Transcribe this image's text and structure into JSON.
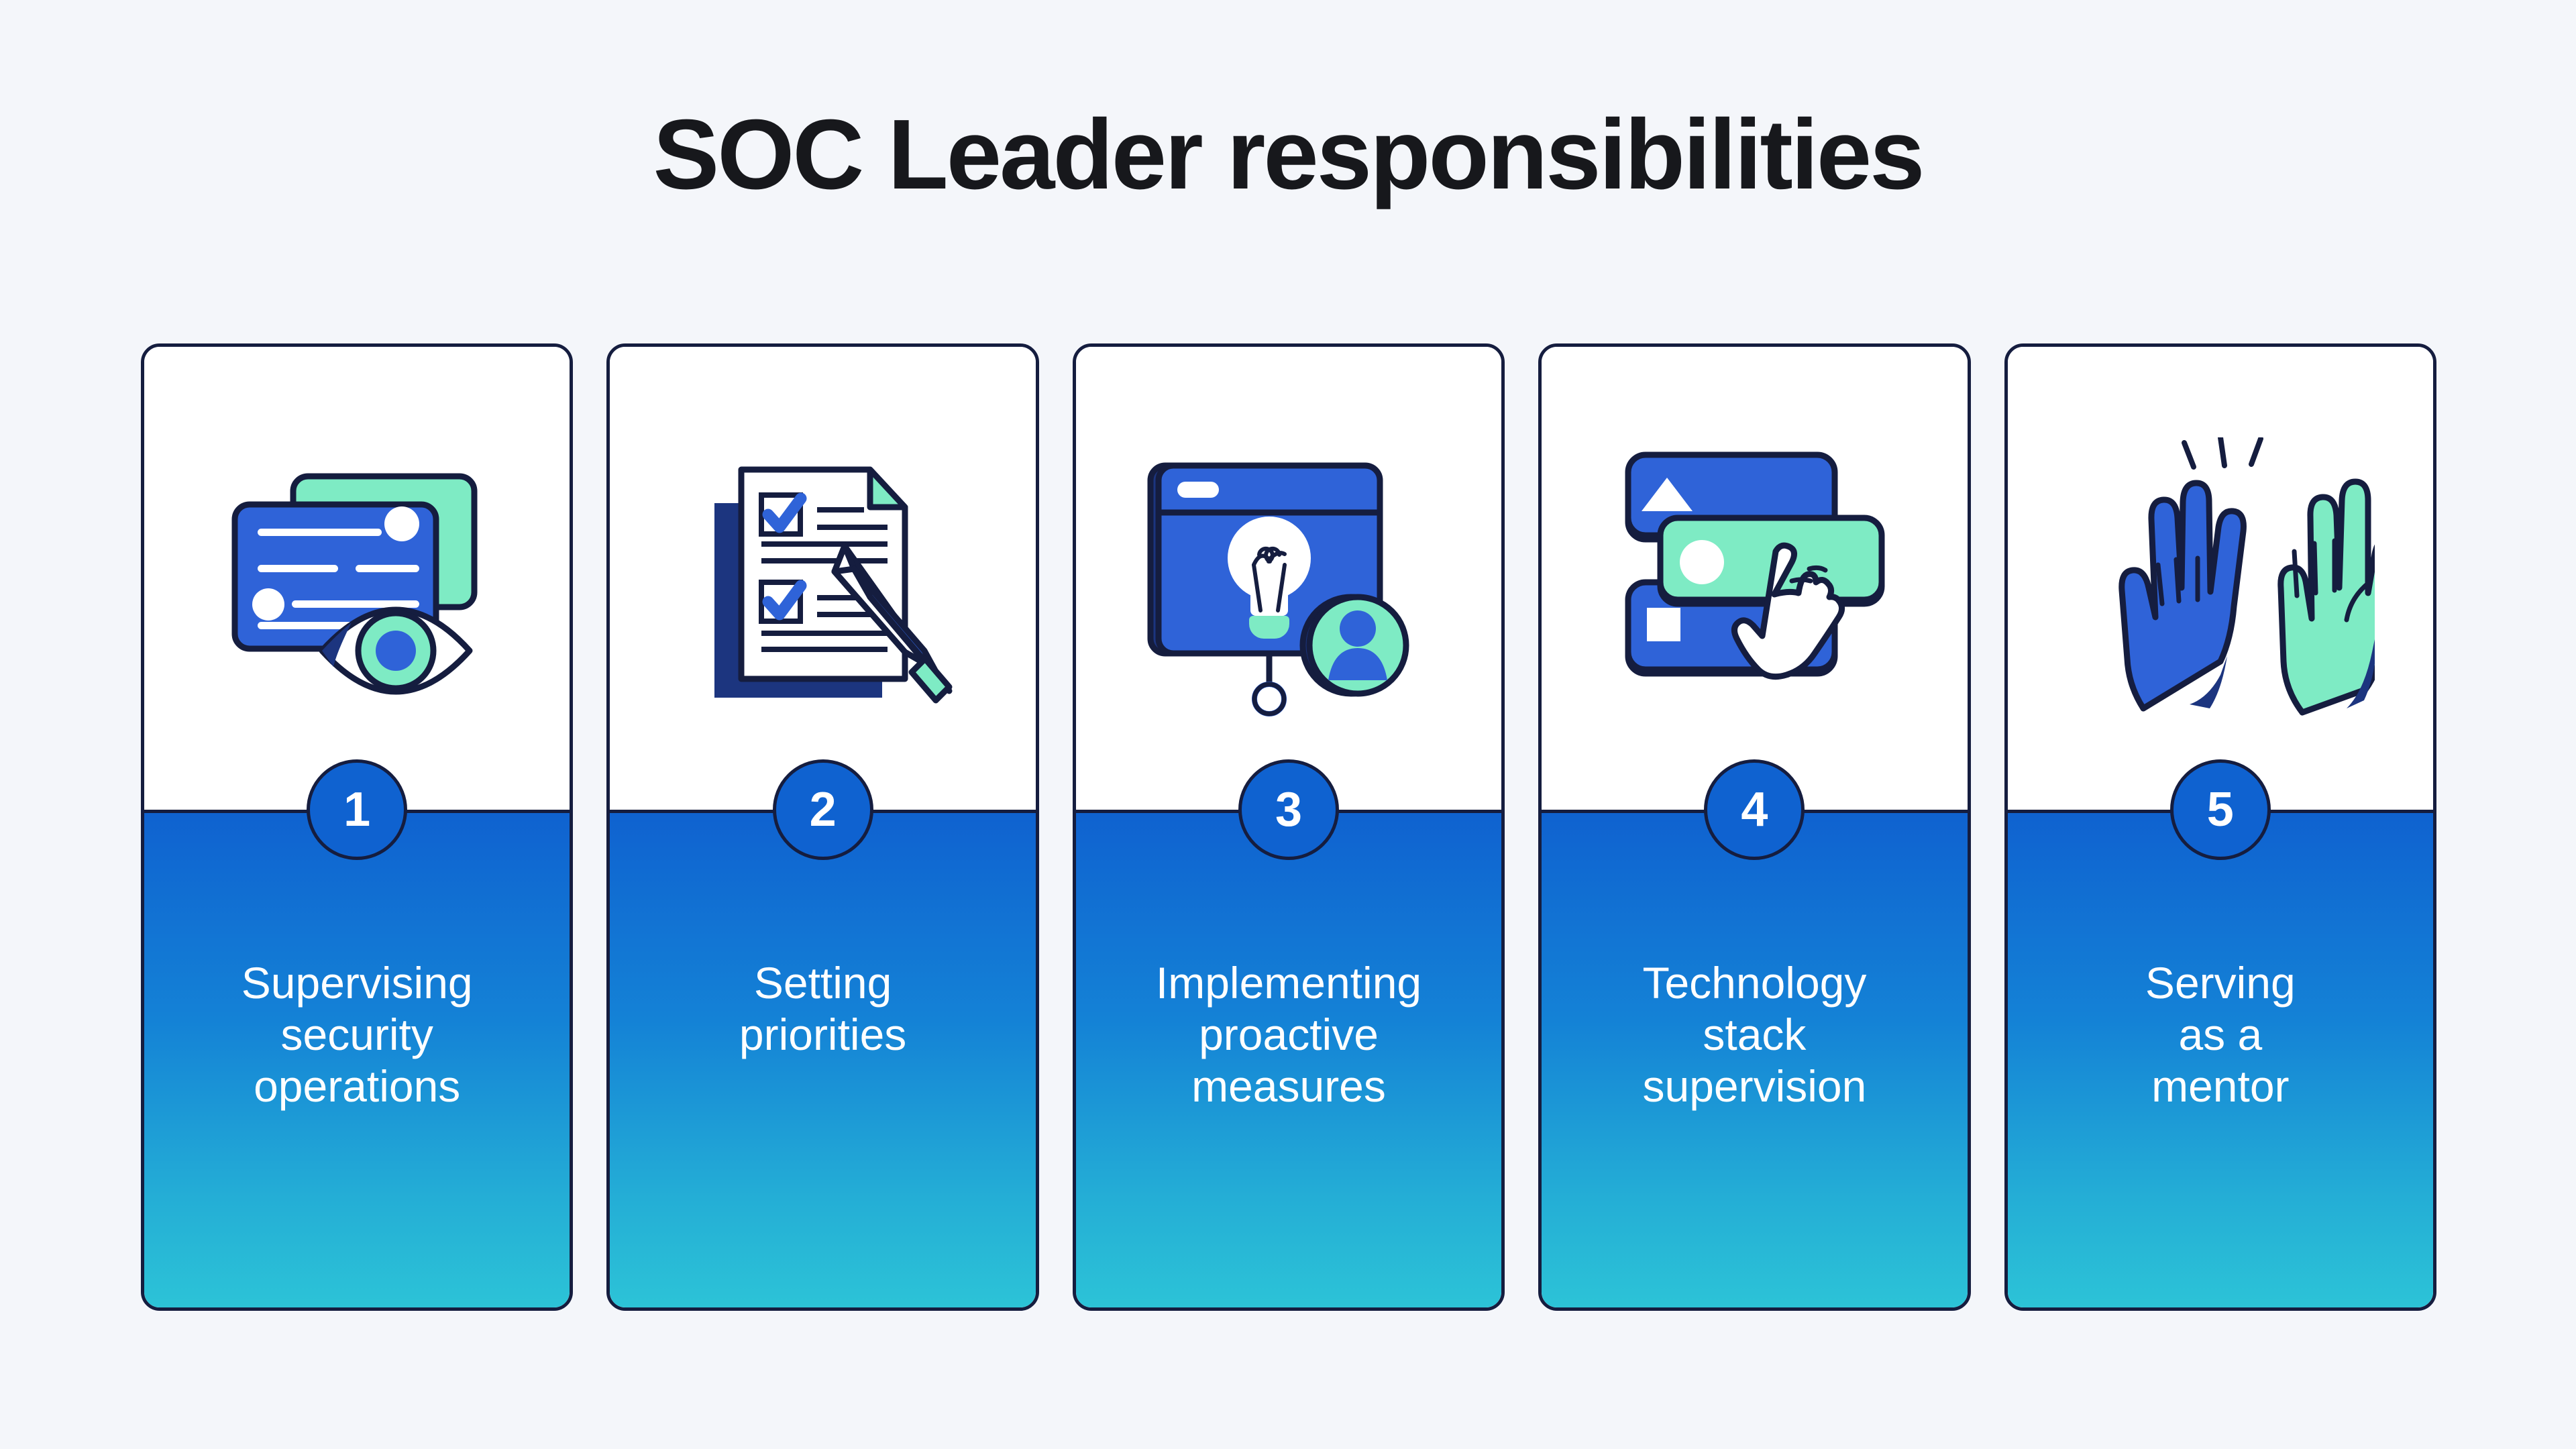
{
  "header": {
    "title": "SOC Leader responsibilities"
  },
  "colors": {
    "background": "#f4f6fa",
    "card_face": "#ffffff",
    "outline_navy": "#151d3f",
    "accent_blue": "#2563d6",
    "deep_blue": "#0f62d0",
    "mint": "#7eebc4",
    "gradient_top": "#0f62d0",
    "gradient_bottom": "#2cc3d7",
    "title_text": "#17181c",
    "label_text": "#ffffff"
  },
  "cards": [
    {
      "number": "1",
      "label": "Supervising\nsecurity\noperations",
      "icon": "monitor-eye-icon"
    },
    {
      "number": "2",
      "label": "Setting\npriorities",
      "icon": "checklist-pencil-icon"
    },
    {
      "number": "3",
      "label": "Implementing\nproactive\nmeasures",
      "icon": "lightbulb-window-user-icon"
    },
    {
      "number": "4",
      "label": "Technology\nstack\nsupervision",
      "icon": "stacked-bars-hand-icon"
    },
    {
      "number": "5",
      "label": "Serving\nas a\nmentor",
      "icon": "high-five-hands-icon"
    }
  ]
}
